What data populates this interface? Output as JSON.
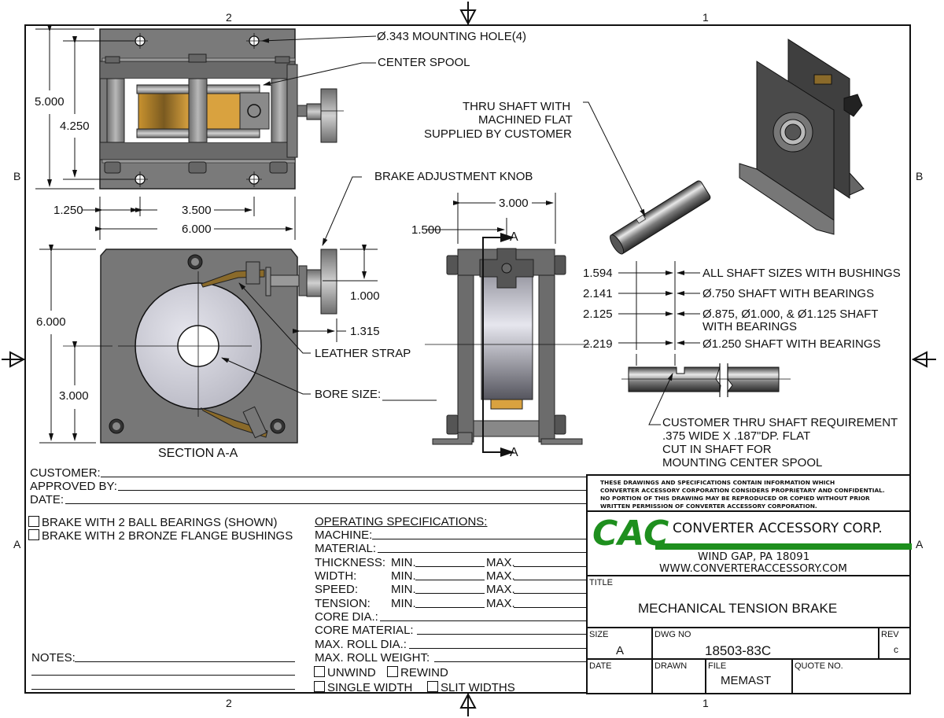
{
  "border": {
    "zones_top": [
      "2",
      "1"
    ],
    "zones_bottom": [
      "2",
      "1"
    ],
    "zones_left": [
      "B",
      "A"
    ],
    "zones_right": [
      "B",
      "A"
    ]
  },
  "top_view": {
    "callouts": {
      "mounting_hole": "Ø.343 MOUNTING HOLE(4)",
      "center_spool": "CENTER SPOOL"
    },
    "dimensions": {
      "overall_height": "5.000",
      "hole_spacing_vertical": "4.250",
      "edge_to_hole": "1.250",
      "hole_spacing_horizontal": "3.500",
      "overall_width": "6.000"
    }
  },
  "section_view": {
    "label": "SECTION A-A",
    "callouts": {
      "brake_knob": "BRAKE ADJUSTMENT KNOB",
      "leather_strap": "LEATHER STRAP",
      "bore_size": "BORE SIZE:"
    },
    "dimensions": {
      "overall_height": "6.000",
      "center_height": "3.000",
      "knob_height": "1.000",
      "knob_offset": "1.315"
    }
  },
  "side_view": {
    "section_marker": "A",
    "dimensions": {
      "overall_width": "3.000",
      "section_offset": "1.500"
    }
  },
  "shaft": {
    "callout": [
      "THRU SHAFT WITH",
      "MACHINED FLAT",
      "SUPPLIED BY CUSTOMER"
    ],
    "length_table": [
      {
        "value": "1.594",
        "desc": "ALL SHAFT SIZES WITH BUSHINGS"
      },
      {
        "value": "2.141",
        "desc": "Ø.750 SHAFT WITH BEARINGS"
      },
      {
        "value": "2.125",
        "desc": "Ø.875, Ø1.000, & Ø1.125 SHAFT",
        "desc2": "WITH BEARINGS"
      },
      {
        "value": "2.219",
        "desc": "Ø1.250 SHAFT WITH BEARINGS"
      }
    ],
    "requirement": [
      "CUSTOMER THRU SHAFT REQUIREMENT",
      ".375 WIDE X .187\"DP. FLAT",
      "CUT IN SHAFT FOR",
      "MOUNTING CENTER SPOOL"
    ]
  },
  "form": {
    "customer_label": "CUSTOMER:",
    "approved_label": "APPROVED BY:",
    "date_label": "DATE:",
    "options": [
      "BRAKE WITH 2 BALL BEARINGS (SHOWN)",
      "BRAKE WITH 2 BRONZE FLANGE BUSHINGS"
    ],
    "notes_label": "NOTES:",
    "specs_title": "OPERATING SPECIFICATIONS:",
    "machine": "MACHINE:",
    "material": "MATERIAL:",
    "ranges": [
      {
        "label": "THICKNESS:",
        "min": "MIN.",
        "max": "MAX."
      },
      {
        "label": "WIDTH:",
        "min": "MIN.",
        "max": "MAX."
      },
      {
        "label": "SPEED:",
        "min": "MIN.",
        "max": "MAX."
      },
      {
        "label": "TENSION:",
        "min": "MIN.",
        "max": "MAX."
      }
    ],
    "core_dia": "CORE DIA.:",
    "core_material": "CORE MATERIAL:",
    "max_roll_dia": "MAX. ROLL DIA.:",
    "max_roll_weight": "MAX. ROLL WEIGHT:",
    "unwind": "UNWIND",
    "rewind": "REWIND",
    "single_width": "SINGLE WIDTH",
    "slit_widths": "SLIT WIDTHS"
  },
  "title_block": {
    "disclaimer": [
      "THESE DRAWINGS AND SPECIFICATIONS CONTAIN INFORMATION WHICH",
      "CONVERTER ACCESSORY CORPORATION CONSIDERS PROPRIETARY AND CONFIDENTIAL.",
      "NO PORTION OF THIS DRAWING MAY BE REPRODUCED OR COPIED WITHOUT PRIOR",
      "WRITTEN PERMISSION OF CONVERTER ACCESSORY CORPORATION."
    ],
    "logo": "CAC",
    "company": "CONVERTER ACCESSORY CORP.",
    "address": "WIND GAP, PA 18091",
    "website": "WWW.CONVERTERACCESSORY.COM",
    "brand_color": "#1e8f1e",
    "title_label": "TITLE",
    "title": "MECHANICAL TENSION BRAKE",
    "size_label": "SIZE",
    "size": "A",
    "dwg_label": "DWG NO",
    "dwg_no": "18503-83C",
    "rev_label": "REV",
    "rev": "c",
    "date_label": "DATE",
    "drawn_label": "DRAWN",
    "file_label": "FILE",
    "file": "MEMAST",
    "quote_label": "QUOTE NO."
  }
}
